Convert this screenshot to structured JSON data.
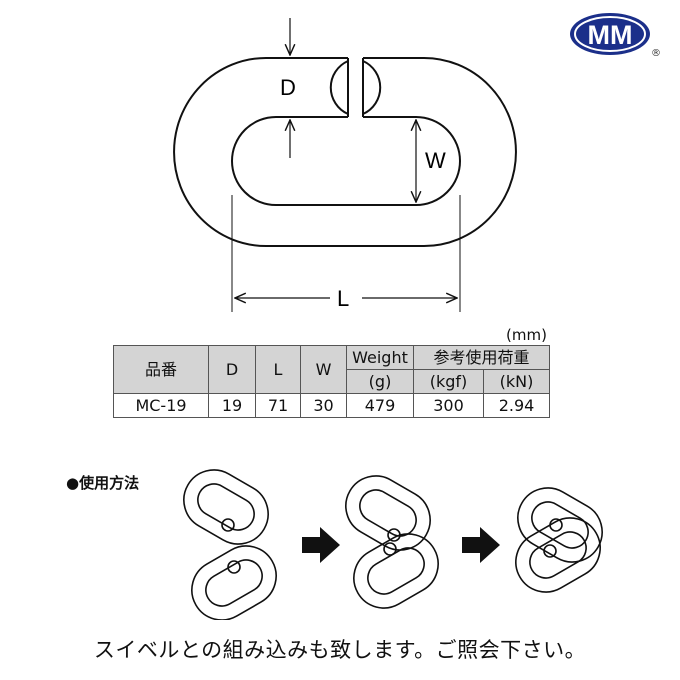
{
  "logo": {
    "text": "MM",
    "registered": "®",
    "color": "#1b2f8a"
  },
  "diagram": {
    "label_d": "D",
    "label_w": "W",
    "label_l": "L"
  },
  "table": {
    "unit": "(mm)",
    "headers": {
      "name": "品番",
      "d": "D",
      "l": "L",
      "w": "W",
      "weight": "Weight",
      "weight_unit": "(g)",
      "load": "参考使用荷重",
      "load_kgf": "(kgf)",
      "load_kn": "(kN)"
    },
    "row": {
      "name": "MC-19",
      "d": "19",
      "l": "71",
      "w": "30",
      "weight": "479",
      "kgf": "300",
      "kn": "2.94"
    }
  },
  "usage": {
    "title": "●使用方法"
  },
  "caption": "スイベルとの組み込みも致します。ご照会下さい。"
}
